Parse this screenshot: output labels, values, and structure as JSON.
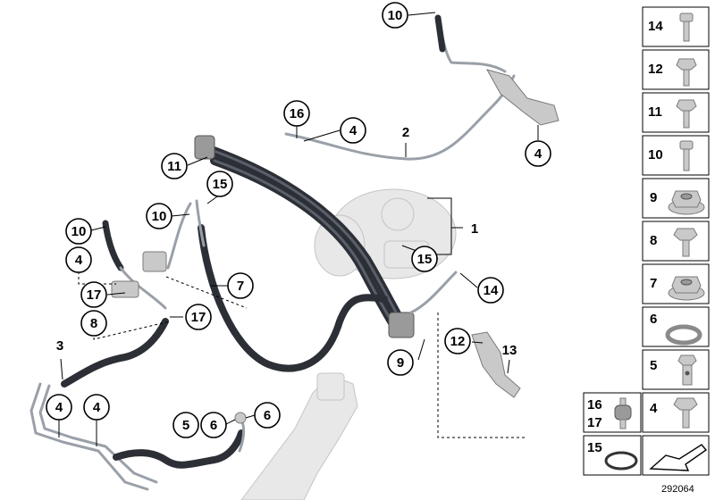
{
  "diagram": {
    "reference_number": "292064",
    "callouts": [
      {
        "label": "10"
      },
      {
        "label": "16"
      },
      {
        "label": "4"
      },
      {
        "label": "2"
      },
      {
        "label": "4"
      },
      {
        "label": "11"
      },
      {
        "label": "15"
      },
      {
        "label": "10"
      },
      {
        "label": "1"
      },
      {
        "label": "10"
      },
      {
        "label": "4"
      },
      {
        "label": "15"
      },
      {
        "label": "7"
      },
      {
        "label": "17"
      },
      {
        "label": "14"
      },
      {
        "label": "8"
      },
      {
        "label": "17"
      },
      {
        "label": "3"
      },
      {
        "label": "12"
      },
      {
        "label": "13"
      },
      {
        "label": "9"
      },
      {
        "label": "4"
      },
      {
        "label": "4"
      },
      {
        "label": "5"
      },
      {
        "label": "6"
      },
      {
        "label": "6"
      }
    ]
  },
  "legend": {
    "items": [
      {
        "number": "14",
        "icon": "cap-screw-icon"
      },
      {
        "number": "12",
        "icon": "hex-bolt-icon"
      },
      {
        "number": "11",
        "icon": "hex-bolt-icon"
      },
      {
        "number": "10",
        "icon": "cap-screw-icon"
      },
      {
        "number": "9",
        "icon": "flange-nut-icon"
      },
      {
        "number": "8",
        "icon": "hex-bolt-icon"
      },
      {
        "number": "7",
        "icon": "flange-nut-icon"
      },
      {
        "number": "6",
        "icon": "sealing-ring-icon"
      },
      {
        "number": "5",
        "icon": "banjo-bolt-icon"
      },
      {
        "number": "16",
        "number2": "17",
        "icon": "rubber-mount-icon"
      },
      {
        "number": "4",
        "icon": "hex-bolt-icon"
      },
      {
        "number": "15",
        "icon": "o-ring-icon"
      },
      {
        "number": "",
        "icon": "arrow-icon"
      }
    ]
  }
}
